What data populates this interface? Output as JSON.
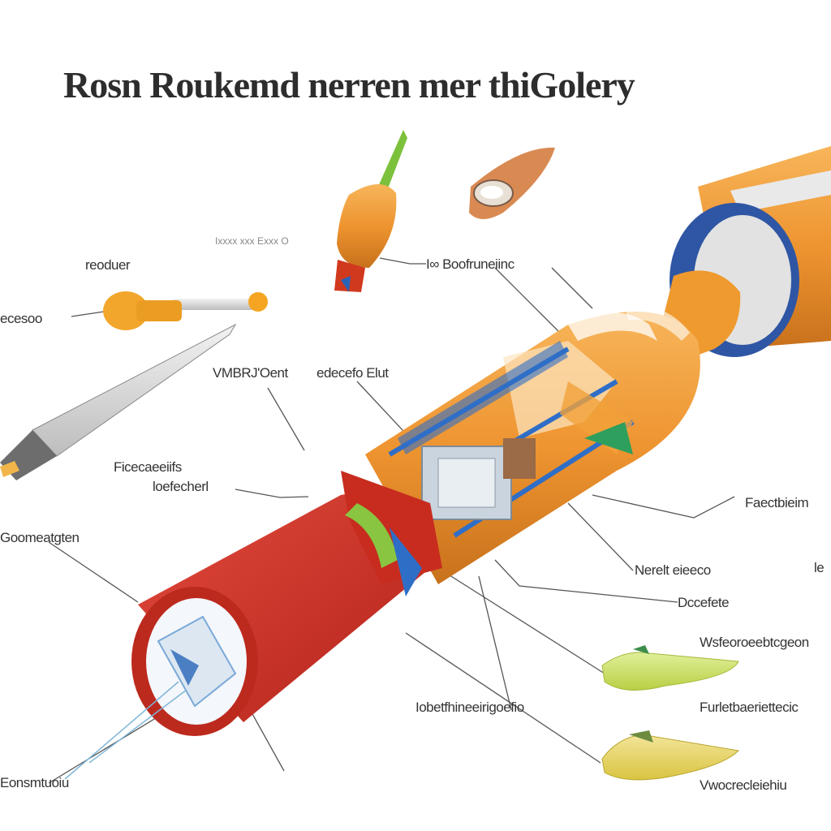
{
  "title": "Rosn Roukemd nerren   mer thiGolery",
  "labels": {
    "top_faint": "Ixxxx xxx Exxx O",
    "reoduer": "reoduer",
    "ecesoo": "ecesoo",
    "nose_fairing": "I∞ Boofruneiinc",
    "upper_middle_a": "VMBRJ'Oent",
    "upper_middle_b": "edecefo Elut",
    "left_mid_a": "Ficecaeeiifs",
    "left_mid_b": "loefecherl",
    "left_red": "Goomeatgten",
    "right_a": "Faectbieim",
    "right_b": "Nerelt eieeco",
    "right_b_edge": "le",
    "right_c": "Dccefete",
    "right_d": "Wsfeoroeebtcgeon",
    "bottom_mid": "Iobetfhineeirigoefio",
    "right_e": "Furletbaeriettecic",
    "bottom_left": "Eonsmtuoiu",
    "bottom_right": "Vwocrecleiehiu"
  }
}
